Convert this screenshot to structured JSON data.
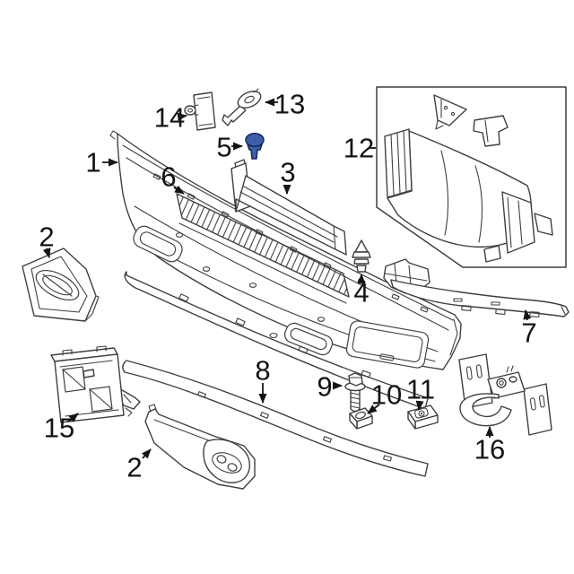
{
  "diagram": {
    "type": "exploded-parts-diagram",
    "colors": {
      "background": "#ffffff",
      "line": "#3f3f3f",
      "label": "#141414",
      "highlight_fill": "#3d5fa8",
      "highlight_stroke": "#18255c"
    },
    "labels": {
      "p1": "1",
      "p2_left": "2",
      "p3": "3",
      "p4": "4",
      "p5": "5",
      "p6": "6",
      "p7": "7",
      "p8": "8",
      "p9": "9",
      "p10": "10",
      "p11": "11",
      "p12": "12",
      "p13": "13",
      "p14": "14",
      "p15": "15",
      "p2_lower": "2",
      "p16": "16"
    }
  }
}
